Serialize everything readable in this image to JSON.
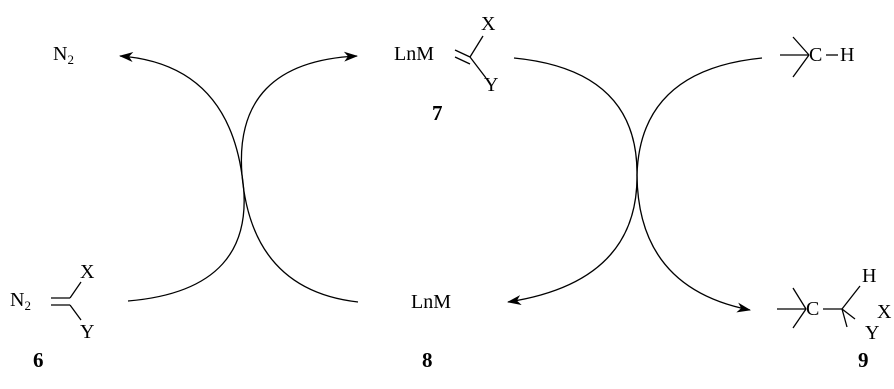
{
  "colors": {
    "stroke": "#000000",
    "background": "#ffffff"
  },
  "species": {
    "n2_product": {
      "base": "N",
      "subscript": "2"
    },
    "carbenoid": {
      "metal": "LnM",
      "x": "X",
      "y": "Y",
      "number": "7"
    },
    "substrate": {
      "carbon": "C",
      "hydrogen": "H"
    },
    "diazo": {
      "base": "N",
      "subscript": "2",
      "x": "X",
      "y": "Y",
      "number": "6"
    },
    "catalyst": {
      "metal": "LnM",
      "number": "8"
    },
    "product": {
      "carbon": "C",
      "hydrogen": "H",
      "x": "X",
      "y": "Y",
      "number": "9"
    }
  }
}
